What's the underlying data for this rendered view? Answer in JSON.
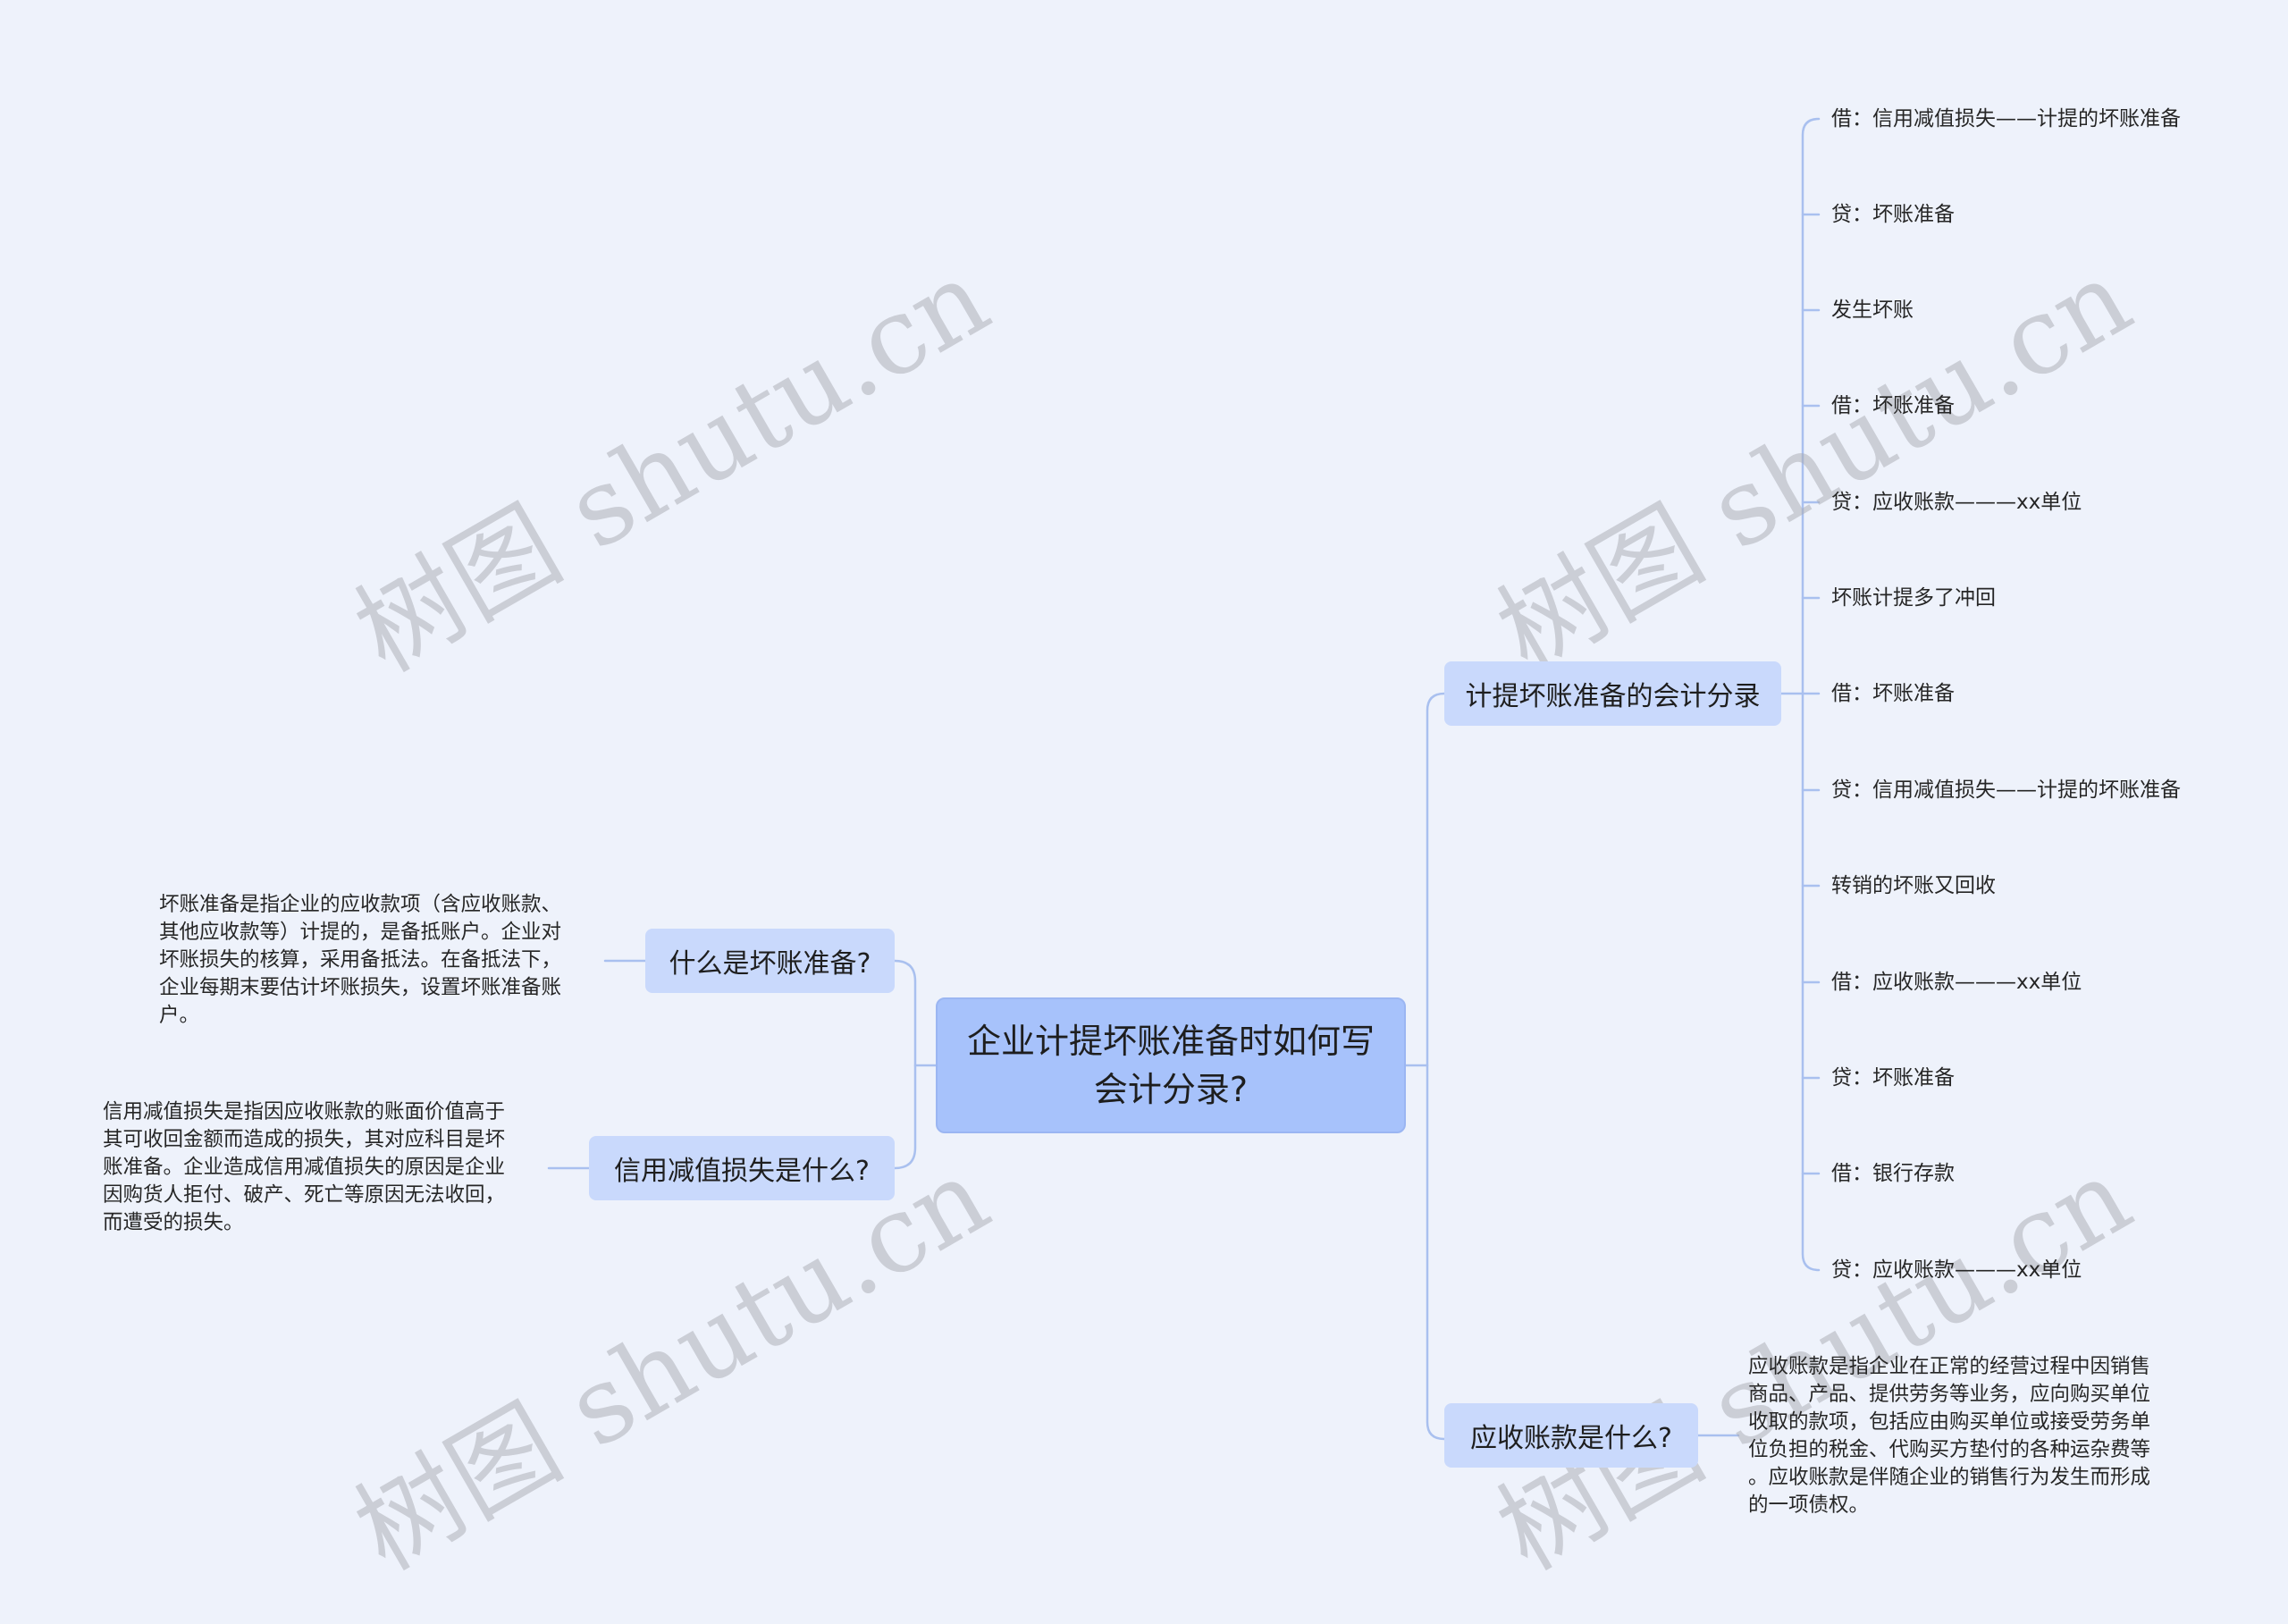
{
  "root": {
    "text": "企业计提坏账准备时如何写会计分录?"
  },
  "left_branches": [
    {
      "label": "什么是坏账准备?",
      "detail": "坏账准备是指企业的应收款项（含应收账款、\n其他应收款等）计提的，是备抵账户。企业对\n坏账损失的核算，采用备抵法。在备抵法下，\n企业每期末要估计坏账损失，设置坏账准备账\n户。"
    },
    {
      "label": "信用减值损失是什么?",
      "detail": "信用减值损失是指因应收账款的账面价值高于\n其可收回金额而造成的损失，其对应科目是坏\n账准备。企业造成信用减值损失的原因是企业\n因购货人拒付、破产、死亡等原因无法收回，\n而遭受的损失。"
    }
  ],
  "right_branches": [
    {
      "label": "计提坏账准备的会计分录",
      "items": [
        "借：信用减值损失——计提的坏账准备",
        "贷：坏账准备",
        "发生坏账",
        "借：坏账准备",
        "贷：应收账款———xx单位",
        "坏账计提多了冲回",
        "借：坏账准备",
        "贷：信用减值损失——计提的坏账准备",
        "转销的坏账又回收",
        "借：应收账款———xx单位",
        "贷：坏账准备",
        "借：银行存款",
        "贷：应收账款———xx单位"
      ]
    },
    {
      "label": "应收账款是什么?",
      "detail": "应收账款是指企业在正常的经营过程中因销售\n商品、产品、提供劳务等业务，应向购买单位\n收取的款项，包括应由购买单位或接受劳务单\n位负担的税金、代购买方垫付的各种运杂费等\n。应收账款是伴随企业的销售行为发生而形成\n的一项债权。"
    }
  ],
  "watermark": "树图 shutu.cn",
  "colors": {
    "background": "#eef2fb",
    "root_fill": "#a7c2fb",
    "branch_fill": "#c9d9fc",
    "connector": "#a9c0ef"
  }
}
